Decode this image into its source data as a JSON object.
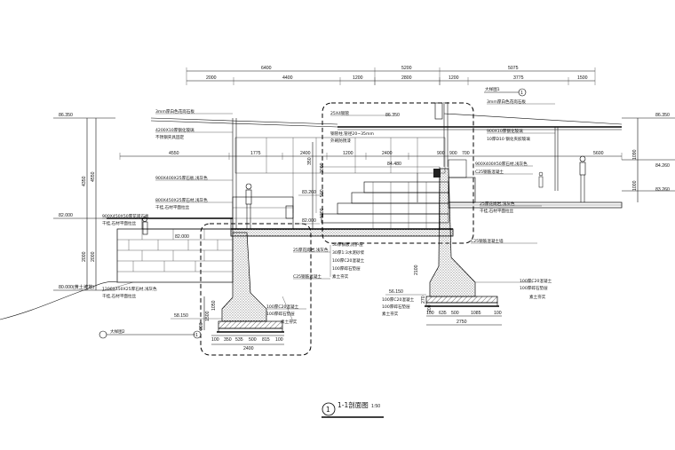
{
  "dims_top_row1": [
    "6400",
    "5200",
    "5075"
  ],
  "dims_top_row2": [
    "2000",
    "4400",
    "1200",
    "2800",
    "1200",
    "3775",
    "1500"
  ],
  "dims_mid_row": [
    "4550",
    "1775",
    "2400",
    "1200",
    "2400",
    "5600"
  ],
  "dims_mid_small": [
    "900",
    "900",
    "700"
  ],
  "elev": {
    "left_top": "86.350",
    "left_mid": "82.000",
    "left_bot": "80.000(黄土坡地)",
    "right_top": "86.350",
    "right_mid": "84.260",
    "right_low": "83.260",
    "c1": "83.260",
    "c2": "82.000",
    "c3": "82.000",
    "c4": "84.480",
    "c5": "86.350",
    "c6": "58.150",
    "c7": "56.150"
  },
  "vdims_left": [
    "4350",
    "4550",
    "2000",
    "2000"
  ],
  "vdims_right": [
    "1090",
    "1000"
  ],
  "vdims_center": [
    "350",
    "3000",
    "500",
    "1200"
  ],
  "bot_dims_left": [
    "100",
    "350",
    "535",
    "500",
    "815",
    "100"
  ],
  "bot_dims_left_total": "2400",
  "bot_dims_right": [
    "100",
    "635",
    "500",
    "1085",
    "100"
  ],
  "bot_dims_right_total": "2750",
  "vdims_bottom": [
    "200",
    "1500",
    "1050",
    "2100",
    "270",
    "200"
  ],
  "notes": {
    "n1": "3mm厚白色花岗石板",
    "n2": "4200X10厚钢化玻璃",
    "n3": "不锈钢夹具固定",
    "n4": "25X4钢管",
    "n5": "钢管柱,管径20~35mm",
    "n6": "外刷防锈漆",
    "n7": "3mm厚白色花岗石板",
    "n8": "900X10厚钢化玻璃",
    "n9": "10厚D10  钢化夹胶玻璃",
    "n10": "900X400X50厚石材,浅灰色",
    "n11": "C25钢筋混凝土",
    "n12": "900X400X25厚石板,浅灰色",
    "n13": "800X450X25厚石材,浅灰色",
    "n14": "干挂,石材平面拉丝",
    "n15": "900X450X50厚花岗石板",
    "n16": "干挂,石材平面拉丝",
    "n17": "1200X450X25厚石材,浅灰色",
    "n18": "干挂,石材平面拉丝",
    "n19": "25厚花岗岩,浅灰色",
    "n20": "C25钢筋混凝土",
    "n21": "25厚花岗岩,浅灰色",
    "n22": "干挂,石材平面拉丝",
    "n23": "C25钢筋混凝土墙",
    "n24": "50厚钢板,防护层",
    "n25": "30厚1:3水泥砂浆",
    "n26": "100厚C20混凝土",
    "n27": "100厚碎石垫层",
    "n28": "素土夯实",
    "n29": "100厚C20混凝土",
    "n30": "100厚碎石垫层",
    "n31": "素土夯实",
    "n32": "100厚C20混凝土",
    "n33": "100厚碎石垫层",
    "n34": "素土夯实",
    "n35": "100厚C20混凝土",
    "n36": "100厚碎石垫层",
    "n37": "素土夯实"
  },
  "detail_ref_1": "大样图1",
  "detail_ref_1_num": "1",
  "detail_ref_2": "大样图2",
  "detail_ref_2_num": "1",
  "title": {
    "number": "1",
    "text": "1-1剖面图",
    "scale": "1:50"
  }
}
